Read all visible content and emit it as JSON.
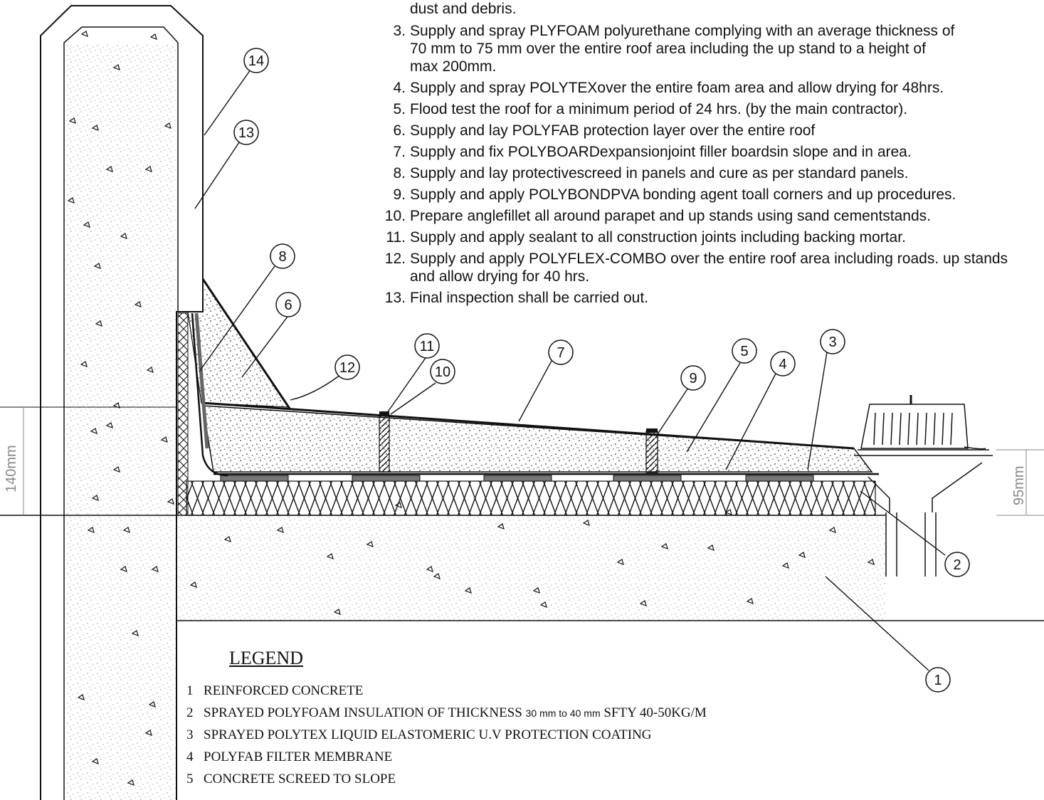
{
  "notes": [
    {
      "num": "",
      "text": "dust and debris."
    },
    {
      "num": "3.",
      "text": "Supply and spray PLYFOAM polyurethane complying with an average thickness of  70 mm to   75 mm over the entire roof area including the up stand to a height of max 200mm."
    },
    {
      "num": "4.",
      "text": "Supply and spray POLYTEXover the entire foam area and allow drying for 48hrs."
    },
    {
      "num": "5.",
      "text": "Flood test the roof for a minimum period of 24 hrs. (by the main contractor)."
    },
    {
      "num": "6.",
      "text": "Supply and lay POLYFAB protection layer over the entire roof"
    },
    {
      "num": "7.",
      "text": "Supply and fix POLYBOARDexpansionjoint filler boardsin slope and in area."
    },
    {
      "num": "8.",
      "text": "Supply and lay protectivescreed in panels and cure as per standard panels."
    },
    {
      "num": "9.",
      "text": "Supply and apply POLYBONDPVA bonding agent toall corners and up procedures."
    },
    {
      "num": "10.",
      "text": "Prepare anglefillet all around parapet and up stands using sand cementstands."
    },
    {
      "num": "11.",
      "text": "Supply and apply sealant to all construction joints including backing mortar."
    },
    {
      "num": "12.",
      "text": "Supply and apply POLYFLEX-COMBO over  the entire roof area including roads. up stands and allow drying for 40 hrs."
    },
    {
      "num": "13.",
      "text": "Final inspection shall be carried out."
    }
  ],
  "callouts": [
    "14",
    "13",
    "8",
    "6",
    "12",
    "11",
    "10",
    "7",
    "9",
    "5",
    "4",
    "3",
    "2",
    "1"
  ],
  "dimensions": {
    "left": "140mm",
    "right": "95mm"
  },
  "legend": {
    "title": "LEGEND",
    "items": [
      {
        "num": "1",
        "text": "REINFORCED CONCRETE"
      },
      {
        "num": "2",
        "text": "SPRAYED POLYFOAM INSULATION OF THICKNESS",
        "extra": "30 mm to 40 mm",
        "tail": "SFTY 40-50KG/M"
      },
      {
        "num": "3",
        "text": "SPRAYED POLYTEX  LIQUID ELASTOMERIC U.V PROTECTION COATING"
      },
      {
        "num": "4",
        "text": "POLYFAB FILTER MEMBRANE"
      },
      {
        "num": "5",
        "text": "CONCRETE SCREED TO SLOPE"
      }
    ]
  }
}
